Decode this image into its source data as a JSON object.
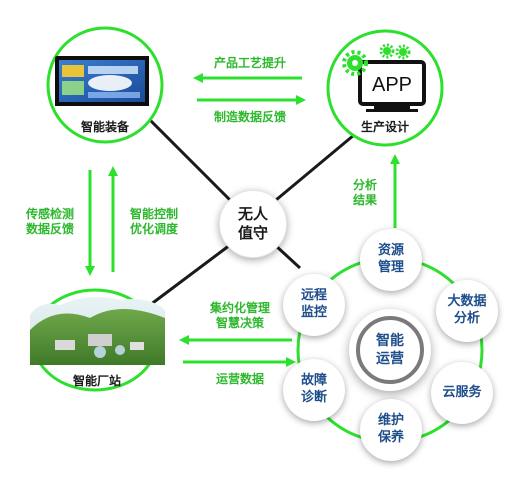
{
  "nodes": {
    "equipment": "智能装备",
    "design": "生产设计",
    "station": "智能厂站",
    "hub": "无人\n值守",
    "operation": "智能\n运营"
  },
  "app_text": "APP",
  "arrows": {
    "top_left": "产品工艺提升",
    "top_right": "制造数据反馈",
    "left_down": "传感检测\n数据反馈",
    "left_up": "智能控制\n优化调度",
    "right_up": "分析\n结果",
    "bottom_left": "集约化管理\n智慧决策",
    "bottom_right": "运营数据"
  },
  "ring_items": [
    "资源\n管理",
    "大数据\n分析",
    "云服务",
    "维护\n保养",
    "故障\n诊断",
    "远程\n监控"
  ],
  "colors": {
    "green": "#2ee02e",
    "text_green": "#2eb82e",
    "blue_text": "#1f4e8c",
    "line_dark": "#1a1a1a"
  }
}
